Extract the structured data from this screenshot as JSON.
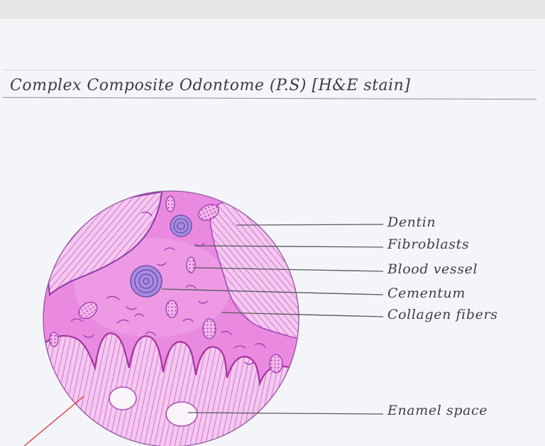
{
  "title": "Complex Composite Odontome (P.S) [H&E stain]",
  "labels": {
    "dentin": "Dentin",
    "fibroblasts": "Fibroblasts",
    "blood_vessel": "Blood vessel",
    "cementum": "Cementum",
    "collagen_fibers": "Collagen fibers",
    "enamel_space": "Enamel space"
  },
  "colors": {
    "tissue_pink": "#e77fdc",
    "stripe_magenta": "#cc49c4",
    "outline_purple": "#9b3bb0",
    "cementum_violet": "#8f6fcf",
    "leader_gray": "#55585f",
    "pointer_red": "#e0303a"
  }
}
